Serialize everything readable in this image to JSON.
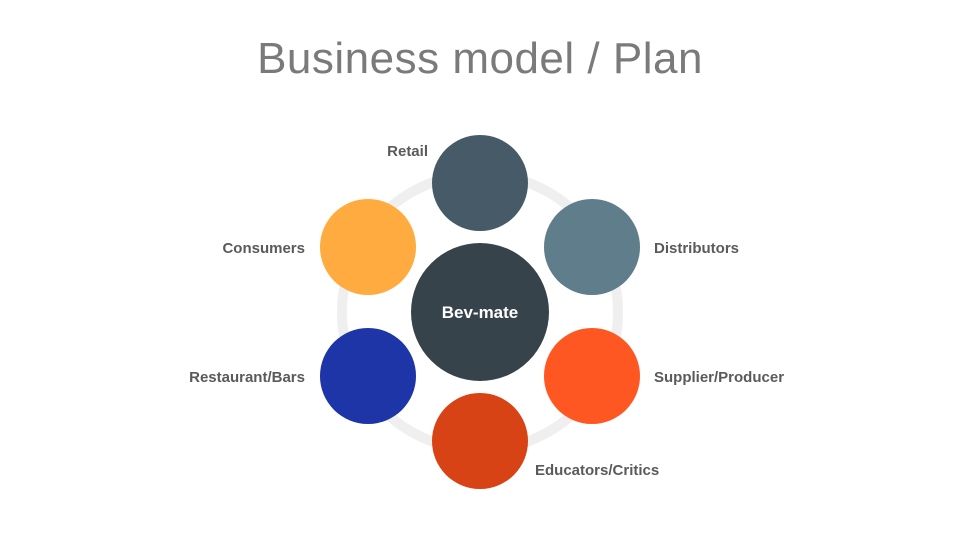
{
  "title": "Business model / Plan",
  "center": {
    "label": "Bev-mate",
    "color": "#37434a"
  },
  "ring_color": "#efefef",
  "nodes": [
    {
      "label": "Retail",
      "color": "#475a67"
    },
    {
      "label": "Distributors",
      "color": "#607d8b"
    },
    {
      "label": "Supplier/Producer",
      "color": "#ff5722"
    },
    {
      "label": "Educators/Critics",
      "color": "#d84315"
    },
    {
      "label": "Restaurant/Bars",
      "color": "#1e35a8"
    },
    {
      "label": "Consumers",
      "color": "#ffab40"
    }
  ]
}
